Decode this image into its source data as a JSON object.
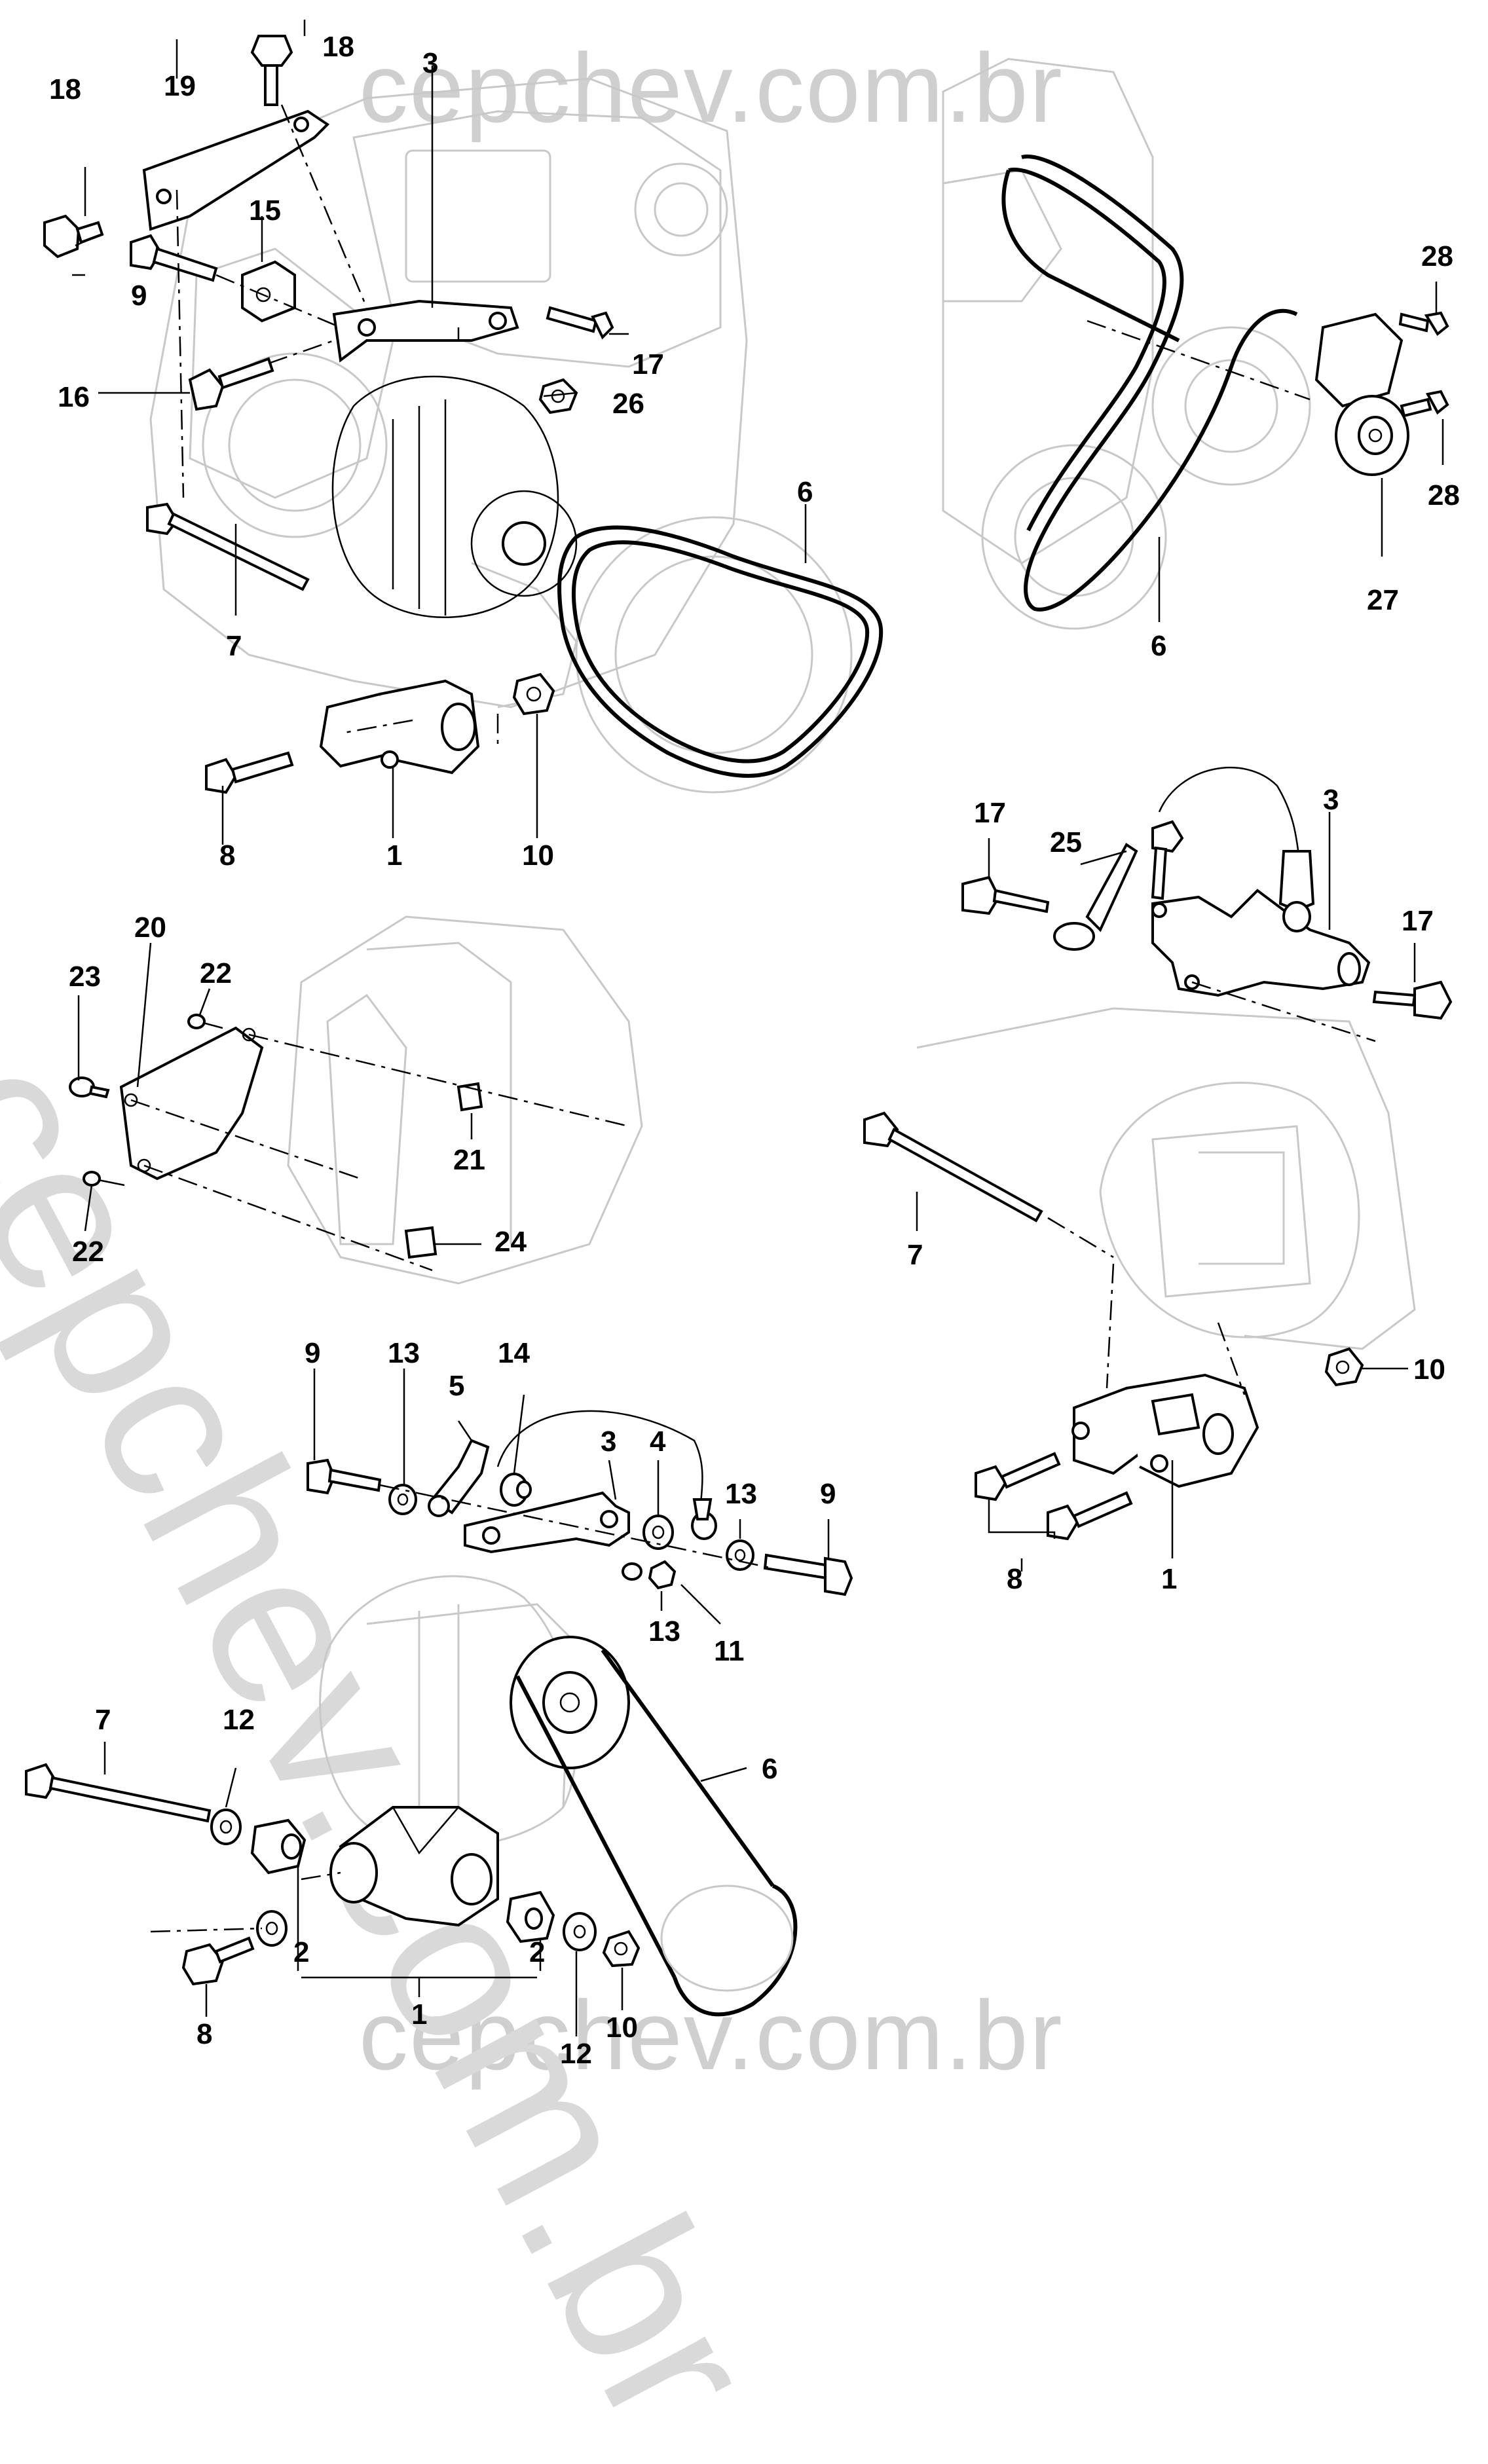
{
  "watermark": {
    "top": "cepchev.com.br",
    "bottom": "cepchev.com.br",
    "diagonal": "cepchev.com.br"
  },
  "panels": {
    "top_left": {
      "callouts": [
        {
          "id": "18a",
          "text": "18"
        },
        {
          "id": "18b",
          "text": "18"
        },
        {
          "id": "19",
          "text": "19"
        },
        {
          "id": "3",
          "text": "3"
        },
        {
          "id": "15",
          "text": "15"
        },
        {
          "id": "9",
          "text": "9"
        },
        {
          "id": "17",
          "text": "17"
        },
        {
          "id": "16",
          "text": "16"
        },
        {
          "id": "26",
          "text": "26"
        },
        {
          "id": "6",
          "text": "6"
        },
        {
          "id": "7",
          "text": "7"
        },
        {
          "id": "8",
          "text": "8"
        },
        {
          "id": "1",
          "text": "1"
        },
        {
          "id": "10",
          "text": "10"
        }
      ]
    },
    "top_right": {
      "callouts": [
        {
          "id": "28a",
          "text": "28"
        },
        {
          "id": "28b",
          "text": "28"
        },
        {
          "id": "27",
          "text": "27"
        },
        {
          "id": "6",
          "text": "6"
        }
      ]
    },
    "middle_left": {
      "callouts": [
        {
          "id": "20",
          "text": "20"
        },
        {
          "id": "23",
          "text": "23"
        },
        {
          "id": "22a",
          "text": "22"
        },
        {
          "id": "22b",
          "text": "22"
        },
        {
          "id": "21",
          "text": "21"
        },
        {
          "id": "24",
          "text": "24"
        }
      ]
    },
    "middle_right": {
      "callouts": [
        {
          "id": "17a",
          "text": "17"
        },
        {
          "id": "25",
          "text": "25"
        },
        {
          "id": "3",
          "text": "3"
        },
        {
          "id": "17b",
          "text": "17"
        },
        {
          "id": "7",
          "text": "7"
        },
        {
          "id": "10",
          "text": "10"
        },
        {
          "id": "8",
          "text": "8"
        },
        {
          "id": "1",
          "text": "1"
        }
      ]
    },
    "bottom": {
      "callouts": [
        {
          "id": "9a",
          "text": "9"
        },
        {
          "id": "13a",
          "text": "13"
        },
        {
          "id": "5",
          "text": "5"
        },
        {
          "id": "14",
          "text": "14"
        },
        {
          "id": "3",
          "text": "3"
        },
        {
          "id": "4",
          "text": "4"
        },
        {
          "id": "13b",
          "text": "13"
        },
        {
          "id": "9b",
          "text": "9"
        },
        {
          "id": "13c",
          "text": "13"
        },
        {
          "id": "11",
          "text": "11"
        },
        {
          "id": "7",
          "text": "7"
        },
        {
          "id": "12a",
          "text": "12"
        },
        {
          "id": "6",
          "text": "6"
        },
        {
          "id": "2a",
          "text": "2"
        },
        {
          "id": "2b",
          "text": "2"
        },
        {
          "id": "8",
          "text": "8"
        },
        {
          "id": "10",
          "text": "10"
        },
        {
          "id": "1",
          "text": "1"
        },
        {
          "id": "12b",
          "text": "12"
        }
      ]
    }
  }
}
